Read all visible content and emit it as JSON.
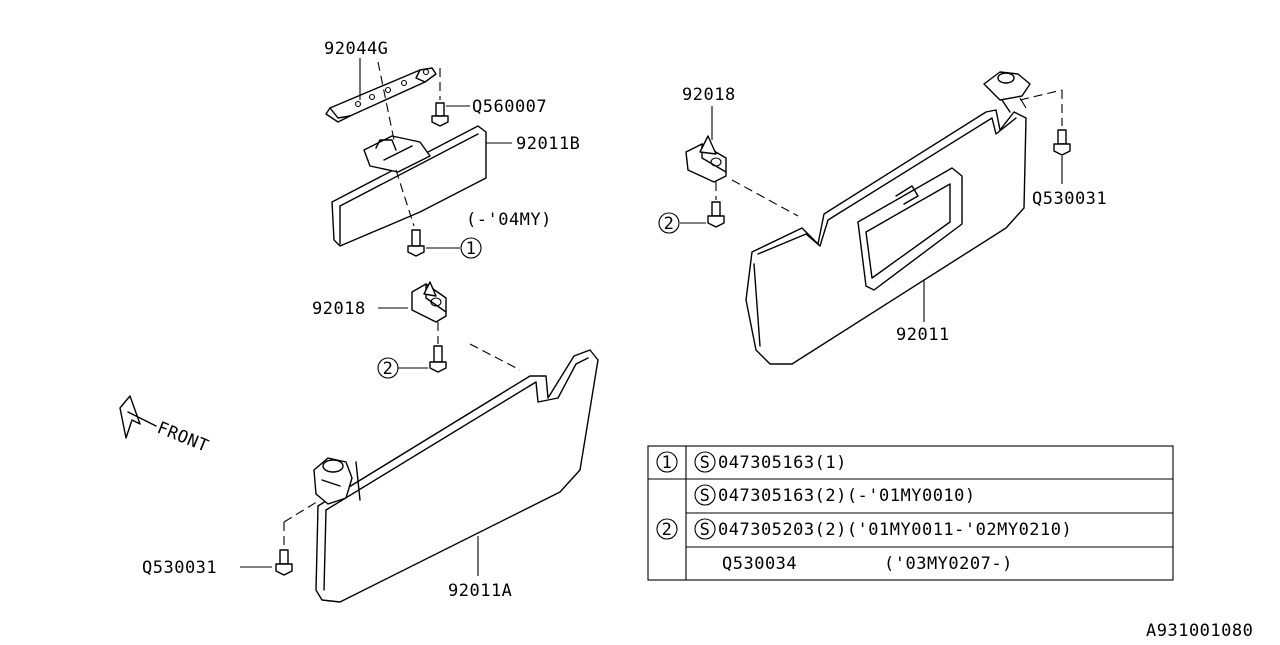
{
  "parts": {
    "p92044g": "92044G",
    "q560007": "Q560007",
    "p92011b": "92011B",
    "my04": "(-'04MY)",
    "p92018_top": "92018",
    "p92018_left": "92018",
    "p92011": "92011",
    "q530031_right": "Q530031",
    "q530031_left": "Q530031",
    "p92011a": "92011A",
    "front": "FRONT"
  },
  "callouts": {
    "c1": "1",
    "c2_top": "2",
    "c2_left": "2"
  },
  "table": {
    "row1_marker": "1",
    "row1_text": "047305163(1)",
    "row2_marker": "2",
    "row2_text": "047305163(2)(-'01MY0010)",
    "row3_text": "047305203(2)('01MY0011-'02MY0210)",
    "row4_part": "Q530034",
    "row4_note": "('03MY0207-)",
    "s_mark": "S"
  },
  "diagram_id": "A931001080"
}
